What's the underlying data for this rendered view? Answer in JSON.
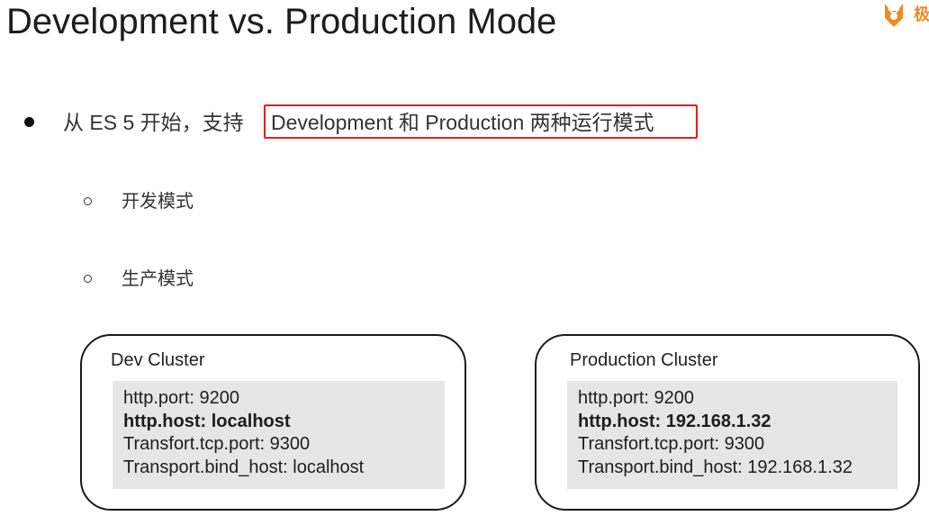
{
  "title": "Development vs. Production Mode",
  "logo": {
    "icon": "fox-logo-icon",
    "color": "#f08a24",
    "partial_char": "极"
  },
  "bullet": {
    "prefix": "从 ES 5 开始，支持 ",
    "highlighted": "Development 和 Production 两种运行模式",
    "highlight_color": "#e02020"
  },
  "sub_items": [
    {
      "label": "开发模式"
    },
    {
      "label": "生产模式"
    }
  ],
  "clusters": [
    {
      "title": "Dev Cluster",
      "lines": [
        {
          "text": "http.port: 9200",
          "bold": false
        },
        {
          "text": "http.host: localhost",
          "bold": true
        },
        {
          "text": "Transfort.tcp.port: 9300",
          "bold": false
        },
        {
          "text": "Transport.bind_host: localhost",
          "bold": false
        }
      ]
    },
    {
      "title": "Production Cluster",
      "lines": [
        {
          "text": "http.port: 9200",
          "bold": false
        },
        {
          "text": "http.host: 192.168.1.32",
          "bold": true
        },
        {
          "text": "Transfort.tcp.port: 9300",
          "bold": false
        },
        {
          "text": "Transport.bind_host: 192.168.1.32",
          "bold": false
        }
      ]
    }
  ]
}
